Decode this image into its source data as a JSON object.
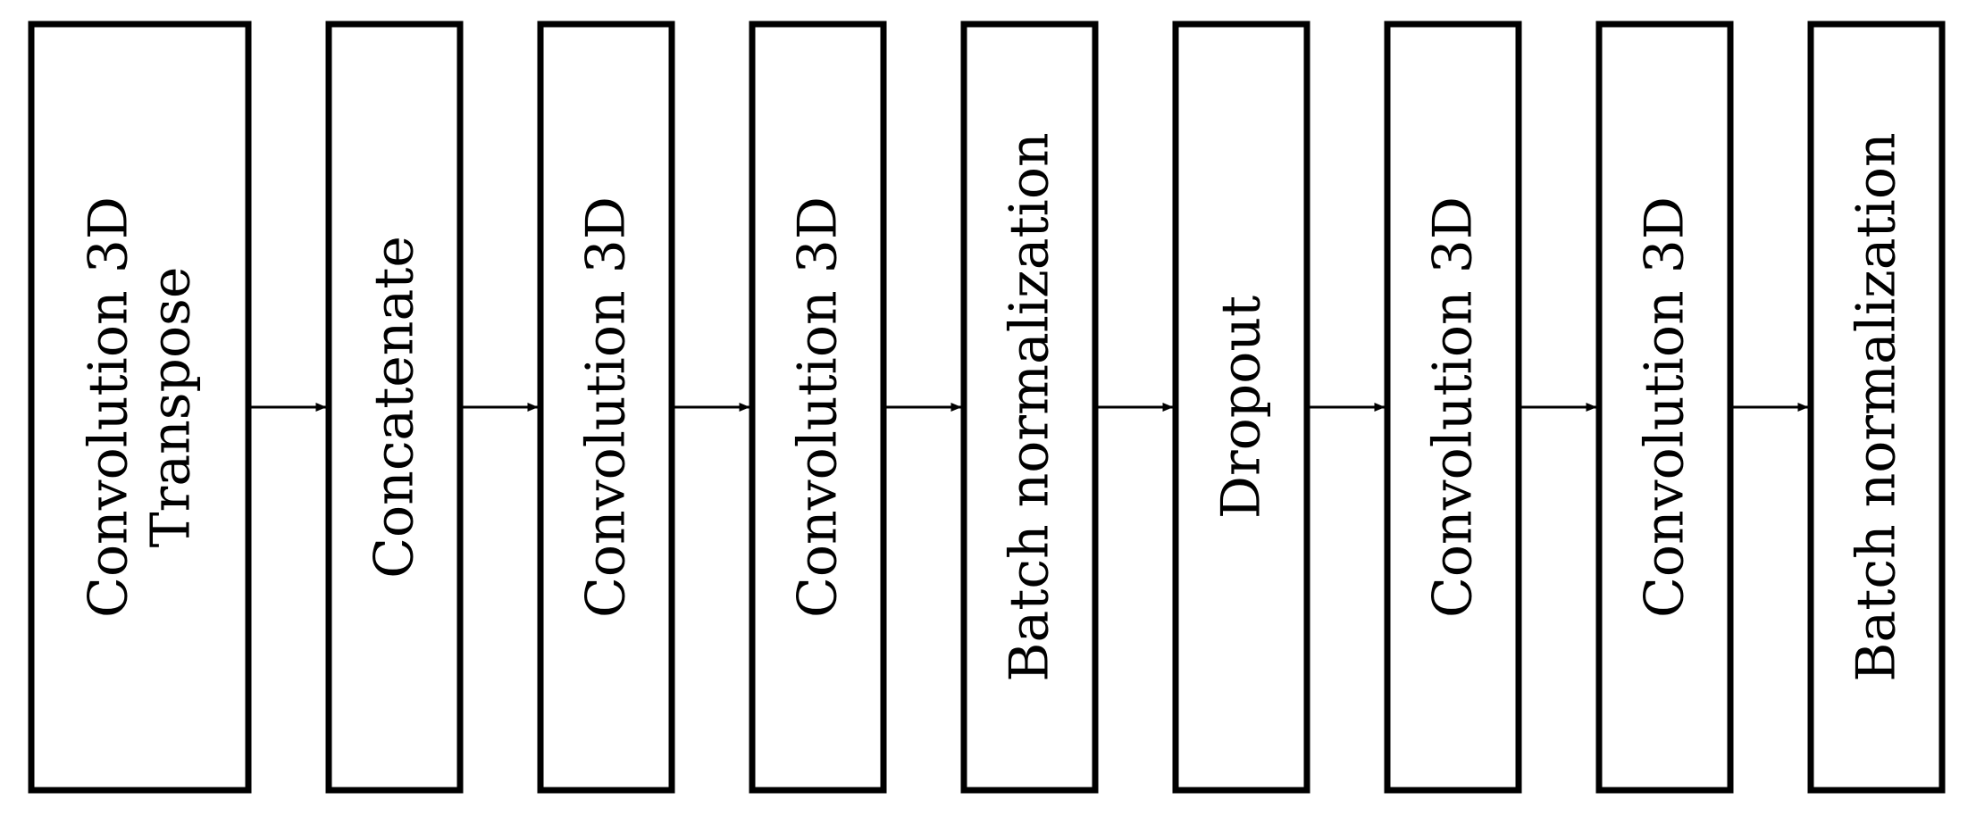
{
  "diagram": {
    "type": "flowchart",
    "direction": "left-to-right",
    "blocks": [
      {
        "id": "convolution-3d-transpose",
        "lines": [
          "Convolution 3D",
          "Transpose"
        ]
      },
      {
        "id": "concatenate",
        "lines": [
          "Concatenate"
        ]
      },
      {
        "id": "convolution-3d-1",
        "lines": [
          "Convolution 3D"
        ]
      },
      {
        "id": "convolution-3d-2",
        "lines": [
          "Convolution 3D"
        ]
      },
      {
        "id": "batch-normalization-1",
        "lines": [
          "Batch normalization"
        ]
      },
      {
        "id": "dropout",
        "lines": [
          "Dropout"
        ]
      },
      {
        "id": "convolution-3d-3",
        "lines": [
          "Convolution 3D"
        ]
      },
      {
        "id": "convolution-3d-4",
        "lines": [
          "Convolution 3D"
        ]
      },
      {
        "id": "batch-normalization-2",
        "lines": [
          "Batch normalization"
        ]
      }
    ],
    "edges": [
      {
        "from": "convolution-3d-transpose",
        "to": "concatenate"
      },
      {
        "from": "concatenate",
        "to": "convolution-3d-1"
      },
      {
        "from": "convolution-3d-1",
        "to": "convolution-3d-2"
      },
      {
        "from": "convolution-3d-2",
        "to": "batch-normalization-1"
      },
      {
        "from": "batch-normalization-1",
        "to": "dropout"
      },
      {
        "from": "dropout",
        "to": "convolution-3d-3"
      },
      {
        "from": "convolution-3d-3",
        "to": "convolution-3d-4"
      },
      {
        "from": "convolution-3d-4",
        "to": "batch-normalization-2"
      }
    ],
    "colors": {
      "stroke": "#000000",
      "fill": "#ffffff",
      "text": "#000000"
    }
  }
}
